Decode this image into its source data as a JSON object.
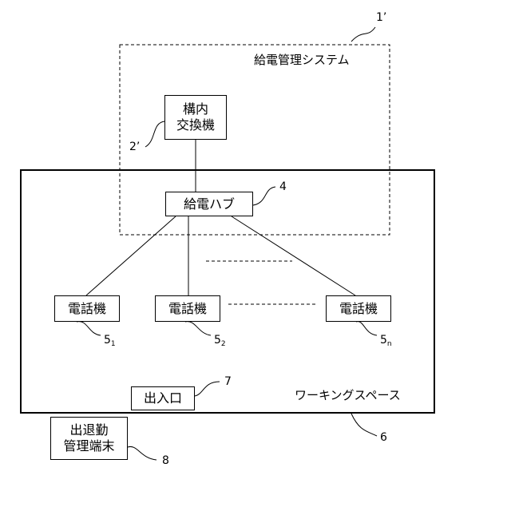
{
  "labels": {
    "system": "給電管理システム",
    "workspace": "ワーキングスペース"
  },
  "boxes": {
    "pbx": {
      "line1": "構内",
      "line2": "交換機"
    },
    "hub": "給電ハブ",
    "phone1": "電話機",
    "phone2": "電話機",
    "phone_n": "電話機",
    "entrance": "出入口",
    "terminal": {
      "line1": "出退勤",
      "line2": "管理端末"
    }
  },
  "refs": {
    "system": "1’",
    "pbx": "2’",
    "hub": "4",
    "phone_base": "5",
    "phone1_sub": "1",
    "phone2_sub": "2",
    "phone_n_sub": "n",
    "workspace": "6",
    "entrance": "7",
    "terminal": "8"
  }
}
